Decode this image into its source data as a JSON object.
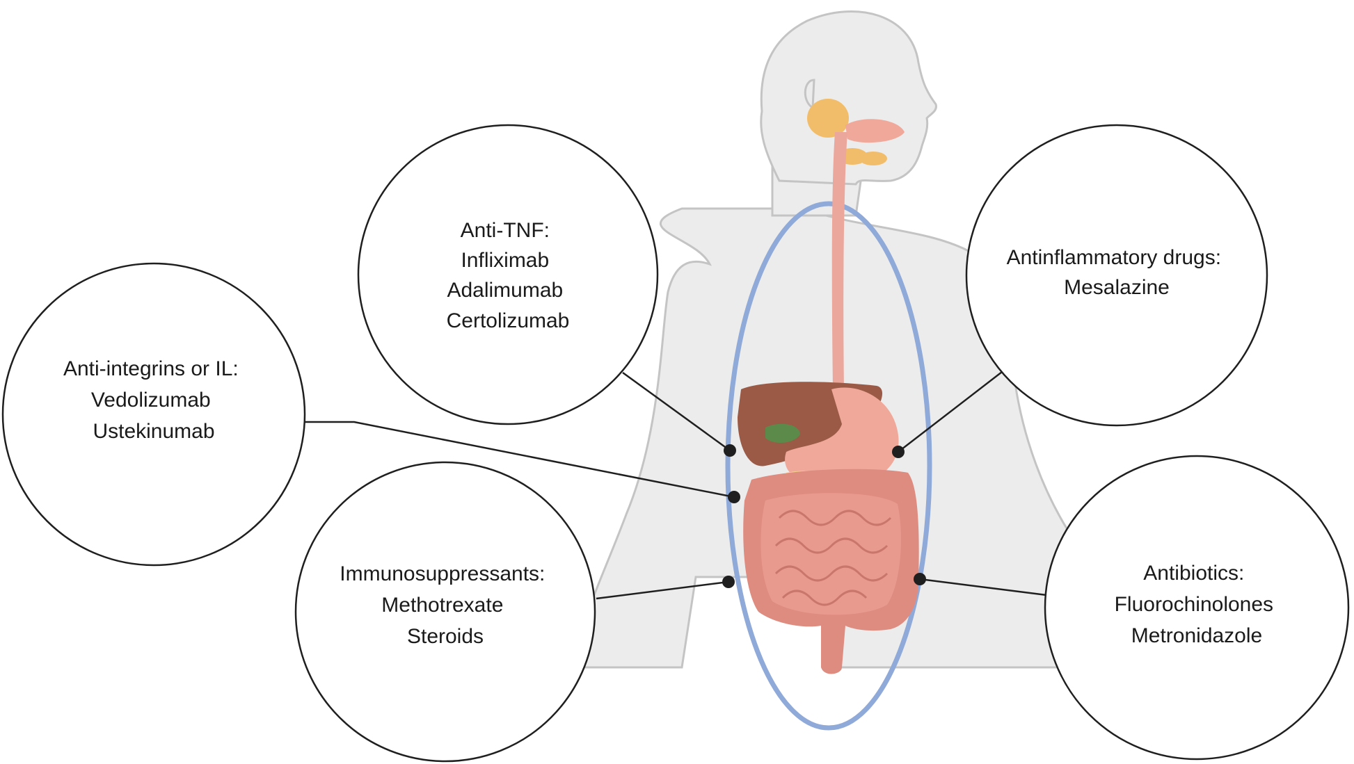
{
  "colors": {
    "outline": "#1f1f1f",
    "body_fill": "#ececec",
    "body_stroke": "#c4c4c4",
    "ellipse": "#8fa9d8",
    "esophagus": "#eba79c",
    "liver": "#9a5a45",
    "stomach": "#f0a89a",
    "intestine": "#e99a8e",
    "colon": "#de8b80",
    "gallbladder": "#5c8a4a",
    "pancreas": "#f6d48a",
    "glands": "#f2bd6a"
  },
  "bubbles": [
    {
      "id": "anti-tnf",
      "lines": [
        "Anti-TNF:",
        "Infliximab",
        "Adalimumab",
        "Certolizumab"
      ]
    },
    {
      "id": "anti-integrins",
      "lines": [
        "Anti-integrins or IL:",
        "Vedolizumab",
        "Ustekinumab"
      ]
    },
    {
      "id": "immunosuppressants",
      "lines": [
        "Immunosuppressants:",
        "Methotrexate",
        "Steroids"
      ]
    },
    {
      "id": "antinflammatory",
      "lines": [
        "Antinflammatory drugs:",
        "Mesalazine"
      ]
    },
    {
      "id": "antibiotics",
      "lines": [
        "Antibiotics:",
        "Fluorochinolones",
        "Metronidazole"
      ]
    }
  ]
}
